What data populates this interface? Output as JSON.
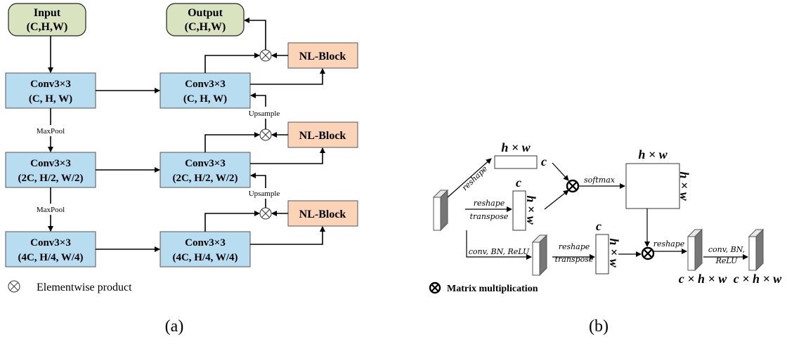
{
  "panel_a": {
    "caption": "(a)",
    "input_label": [
      "Input",
      "(C,H,W)"
    ],
    "output_label": [
      "Output",
      "(C,H,W)"
    ],
    "enc1": [
      "Conv3×3",
      "(C, H, W)"
    ],
    "enc2": [
      "Conv3×3",
      "(2C, H/2, W/2)"
    ],
    "enc3": [
      "Conv3×3",
      "(4C, H/4, W/4)"
    ],
    "dec1": [
      "Conv3×3",
      "(C, H, W)"
    ],
    "dec2": [
      "Conv3×3",
      "(2C, H/2, W/2)"
    ],
    "dec3": [
      "Conv3×3",
      "(4C, H/4, W/4)"
    ],
    "nl_block": "NL-Block",
    "maxpool": "MaxPool",
    "upsample": "Upsample",
    "legend": "Elementwise product"
  },
  "panel_b": {
    "caption": "(b)",
    "reshape": "reshape",
    "transpose": "transpose",
    "softmax": "softmax",
    "conv_bn_relu": "conv, BN, ReLU",
    "conv_bn": "conv, BN,",
    "relu": "ReLU",
    "hw": "h × w",
    "c": "c",
    "chw": "c × h × w",
    "legend": "Matrix multiplication"
  },
  "colors": {
    "conv_fill": "#b8dcf0",
    "io_fill": "#d9e3bf",
    "nl_fill": "#fbd3b6"
  }
}
